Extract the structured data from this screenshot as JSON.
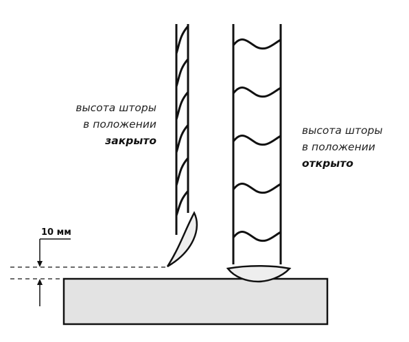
{
  "labels": {
    "closed": {
      "line1": "высота шторы",
      "line2": "в положении",
      "state": "закрыто"
    },
    "open": {
      "line1": "высота шторы",
      "line2": "в положении",
      "state": "открыто"
    },
    "dimension": "10 мм"
  },
  "colors": {
    "stroke": "#111111",
    "sill_fill": "#e3e3e3",
    "bottom_rail_fill": "#eeeeee"
  },
  "icons": {
    "closed_curtain": "pleated-blind-closed",
    "open_curtain": "pleated-blind-open",
    "dimension": "dimension-arrows"
  }
}
